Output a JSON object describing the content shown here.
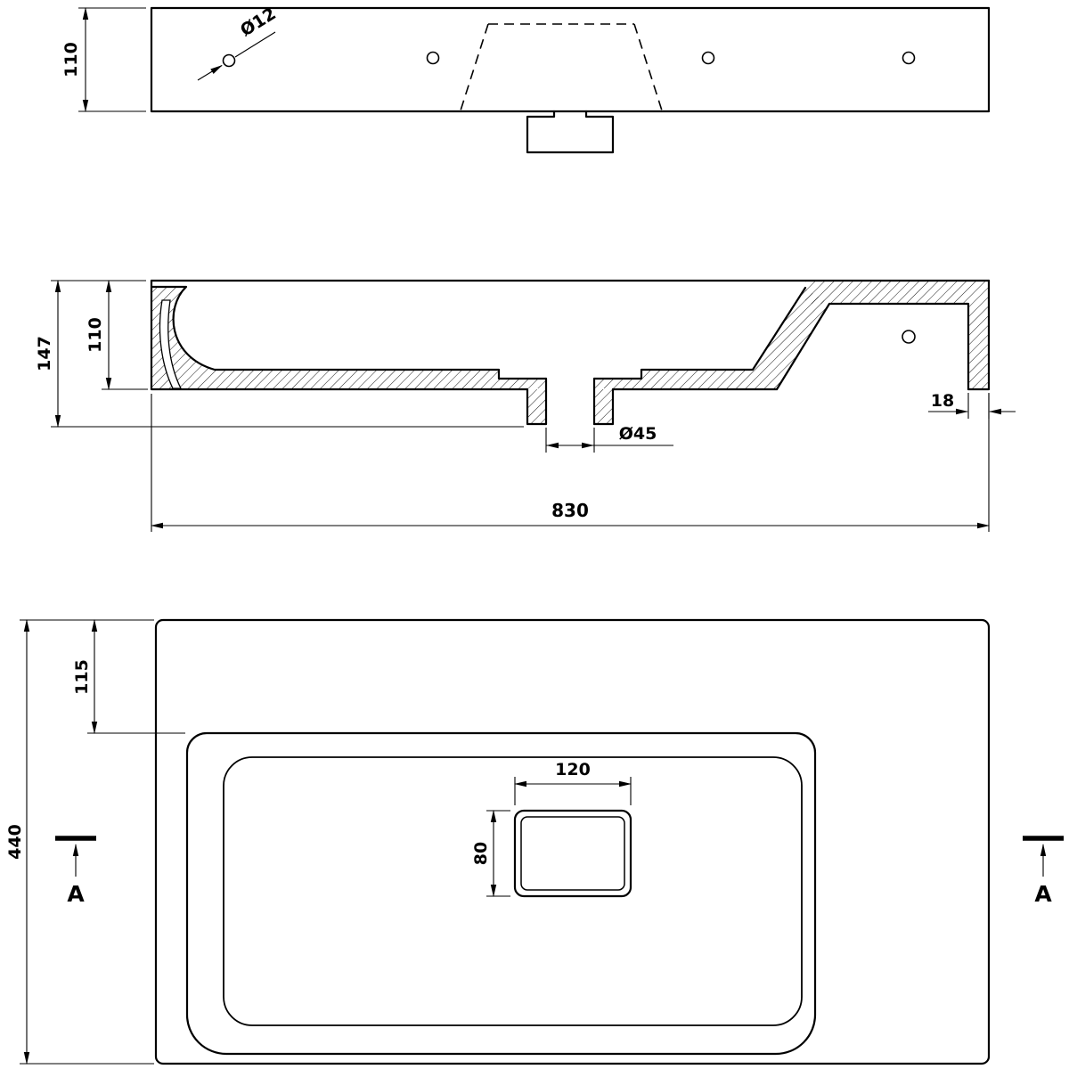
{
  "drawing": {
    "rear_view": {
      "height": "110",
      "hole_diameter": "Ø12"
    },
    "section_view": {
      "overall_height": "147",
      "basin_depth": "110",
      "rim_thickness": "18",
      "drain_diameter": "Ø45",
      "overall_width": "830"
    },
    "plan_view": {
      "overall_depth": "440",
      "back_ledge_depth": "115",
      "drain_cutout_width": "120",
      "drain_cutout_depth": "80",
      "section_marker": "A"
    }
  }
}
